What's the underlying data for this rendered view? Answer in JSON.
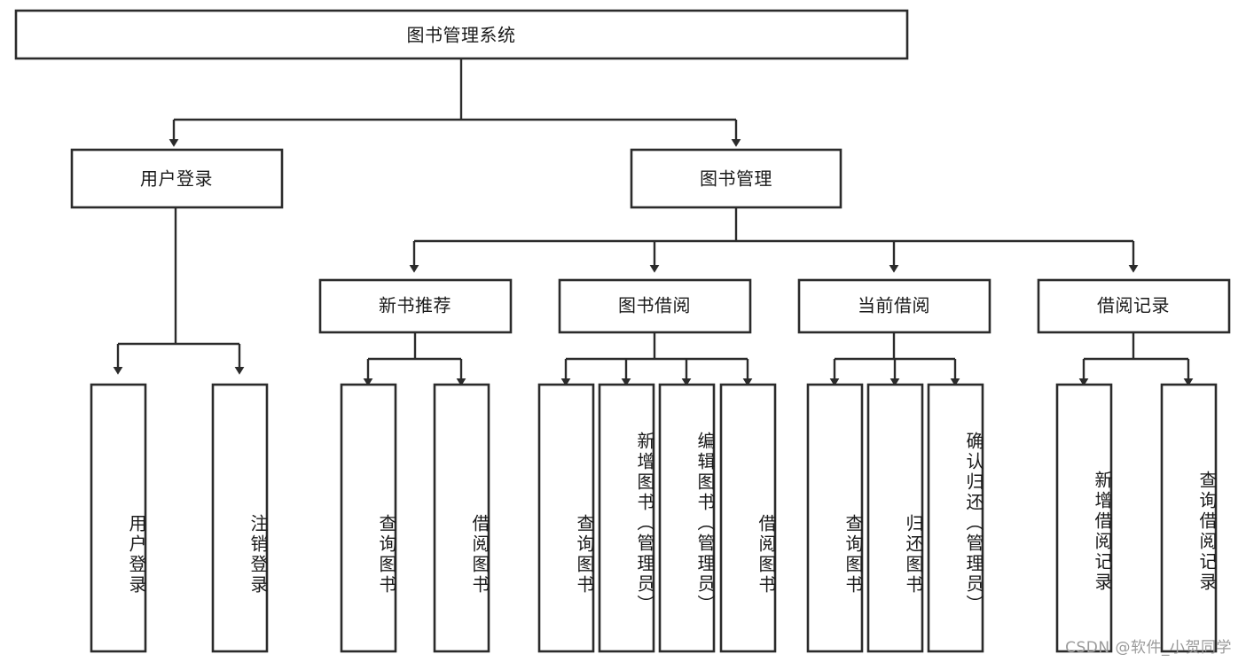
{
  "diagram": {
    "title": "图书管理系统",
    "type": "tree-hierarchy",
    "watermark": "CSDN @软件_小贺同学",
    "colors": {
      "box_stroke": "#2b2b2b",
      "box_fill": "#ffffff",
      "connector": "#2b2b2b",
      "text": "#1a1a1a",
      "background": "#ffffff",
      "watermark": "#9a9a9a"
    },
    "root": {
      "label": "图书管理系统"
    },
    "level2": [
      {
        "label": "用户登录"
      },
      {
        "label": "图书管理"
      }
    ],
    "level3": [
      {
        "label": "新书推荐"
      },
      {
        "label": "图书借阅"
      },
      {
        "label": "当前借阅"
      },
      {
        "label": "借阅记录"
      }
    ],
    "leaves": {
      "user_login": [
        {
          "label": "用户登录"
        },
        {
          "label": "注销登录"
        }
      ],
      "new_book": [
        {
          "label": "查询图书"
        },
        {
          "label": "借阅图书"
        }
      ],
      "book_borrow": [
        {
          "label": "查询图书"
        },
        {
          "label": "新增图书（管理员）"
        },
        {
          "label": "编辑图书（管理员）"
        },
        {
          "label": "借阅图书"
        }
      ],
      "current_borrow": [
        {
          "label": "查询图书"
        },
        {
          "label": "归还图书"
        },
        {
          "label": "确认归还（管理员）"
        }
      ],
      "borrow_record": [
        {
          "label": "新增借阅记录"
        },
        {
          "label": "查询借阅记录"
        }
      ]
    }
  }
}
